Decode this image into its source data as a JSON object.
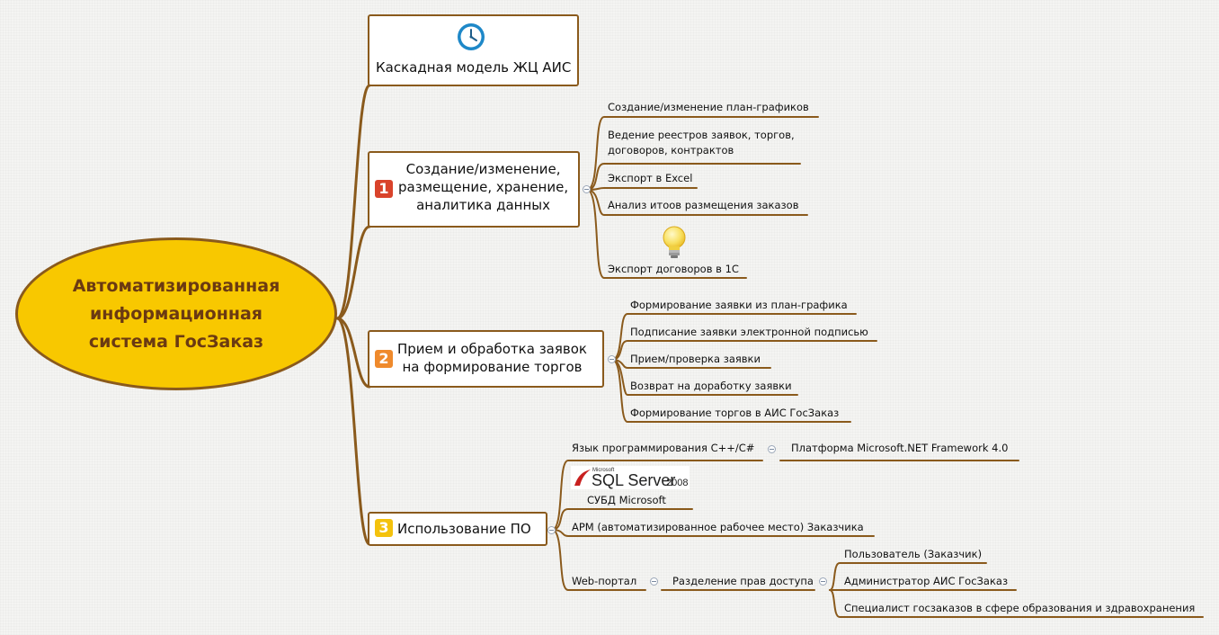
{
  "central": {
    "title": "Автоматизированная\nинформационная\nсистема ГосЗаказ"
  },
  "topics": [
    {
      "label": "Каскадная модель ЖЦ АИС",
      "icon": "clock-icon"
    },
    {
      "label": "Создание/изменение,\nразмещение, хранение,\nаналитика данных",
      "priority": "1",
      "priority_color": "#d9432b",
      "children": [
        "Создание/изменение план-графиков",
        "Ведение реестров заявок, торгов,\nдоговоров, контрактов",
        "Экспорт в Excel",
        "Анализ итоов размещения заказов",
        "Экспорт договоров в 1С"
      ]
    },
    {
      "label": "Прием и обработка заявок\nна формирование торгов",
      "priority": "2",
      "priority_color": "#ef8a2c",
      "children": [
        "Формирование заявки из план-графика",
        "Подписание заявки электронной подписью",
        "Прием/проверка заявки",
        "Возврат на доработку заявки",
        "Формирование торгов в АИС ГосЗаказ"
      ]
    },
    {
      "label": "Использование ПО",
      "priority": "3",
      "priority_color": "#f4c20d",
      "children": [
        {
          "label": "Язык программирования С++/С#",
          "child": "Платформа Microsoft.NET Framework 4.0"
        },
        {
          "label": "СУБД Microsoft",
          "logo_top": "Microsoft",
          "logo_main": "SQL Server",
          "logo_year": "2008"
        },
        {
          "label": "АРМ (автоматизированное рабочее место) Заказчика"
        },
        {
          "label": "Web-портал",
          "child": "Разделение прав доступа",
          "grandchildren": [
            "Пользователь (Заказчик)",
            "Администратор АИС ГосЗаказ",
            "Специалист госзаказов в сфере образования и здравохранения"
          ]
        }
      ]
    }
  ],
  "colors": {
    "branch": "#8a5a1c",
    "central_fill": "#f8c800",
    "central_text": "#6b3a12"
  }
}
